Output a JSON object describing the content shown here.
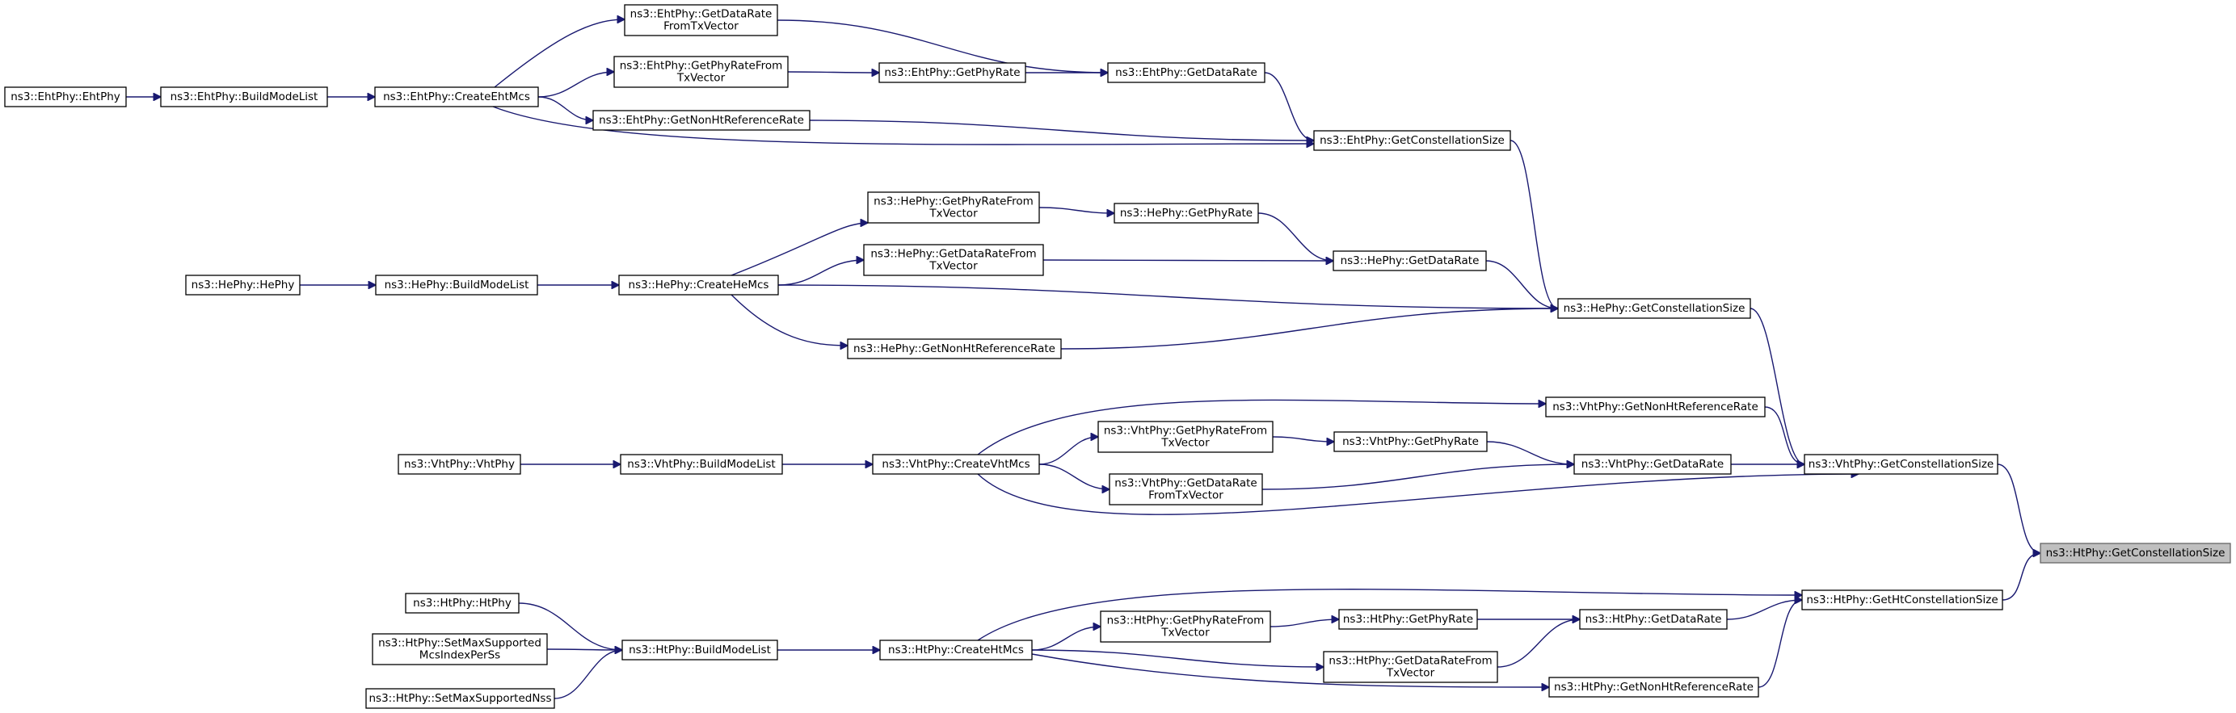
{
  "diagram": {
    "nodes": [
      {
        "id": "n_htConst",
        "lines": [
          "ns3::HtPhy::GetConstellationSize"
        ],
        "focus": true
      },
      {
        "id": "n_vhtConst",
        "lines": [
          "ns3::VhtPhy::GetConstellationSize"
        ]
      },
      {
        "id": "n_htHtConst",
        "lines": [
          "ns3::HtPhy::GetHtConstellationSize"
        ]
      },
      {
        "id": "n_heConst",
        "lines": [
          "ns3::HePhy::GetConstellationSize"
        ]
      },
      {
        "id": "n_ehtConst",
        "lines": [
          "ns3::EhtPhy::GetConstellationSize"
        ]
      },
      {
        "id": "n_ehtDataRate",
        "lines": [
          "ns3::EhtPhy::GetDataRate"
        ]
      },
      {
        "id": "n_ehtGetDRFromTx",
        "lines": [
          "ns3::EhtPhy::GetDataRate",
          "FromTxVector"
        ]
      },
      {
        "id": "n_ehtPhyRateFromTx",
        "lines": [
          "ns3::EhtPhy::GetPhyRateFrom",
          "TxVector"
        ]
      },
      {
        "id": "n_ehtPhyRate",
        "lines": [
          "ns3::EhtPhy::GetPhyRate"
        ]
      },
      {
        "id": "n_ehtNonHt",
        "lines": [
          "ns3::EhtPhy::GetNonHtReferenceRate"
        ]
      },
      {
        "id": "n_ehtCreate",
        "lines": [
          "ns3::EhtPhy::CreateEhtMcs"
        ]
      },
      {
        "id": "n_ehtBuild",
        "lines": [
          "ns3::EhtPhy::BuildModeList"
        ]
      },
      {
        "id": "n_ehtCtor",
        "lines": [
          "ns3::EhtPhy::EhtPhy"
        ]
      },
      {
        "id": "n_hePhyRateFromTx",
        "lines": [
          "ns3::HePhy::GetPhyRateFrom",
          "TxVector"
        ]
      },
      {
        "id": "n_hePhyRate",
        "lines": [
          "ns3::HePhy::GetPhyRate"
        ]
      },
      {
        "id": "n_heDRFromTx",
        "lines": [
          "ns3::HePhy::GetDataRateFrom",
          "TxVector"
        ]
      },
      {
        "id": "n_heDataRate",
        "lines": [
          "ns3::HePhy::GetDataRate"
        ]
      },
      {
        "id": "n_heCreate",
        "lines": [
          "ns3::HePhy::CreateHeMcs"
        ]
      },
      {
        "id": "n_heBuild",
        "lines": [
          "ns3::HePhy::BuildModeList"
        ]
      },
      {
        "id": "n_heCtor",
        "lines": [
          "ns3::HePhy::HePhy"
        ]
      },
      {
        "id": "n_heNonHt",
        "lines": [
          "ns3::HePhy::GetNonHtReferenceRate"
        ]
      },
      {
        "id": "n_vhtNonHt",
        "lines": [
          "ns3::VhtPhy::GetNonHtReferenceRate"
        ]
      },
      {
        "id": "n_vhtPhyRateFromTx",
        "lines": [
          "ns3::VhtPhy::GetPhyRateFrom",
          "TxVector"
        ]
      },
      {
        "id": "n_vhtPhyRate",
        "lines": [
          "ns3::VhtPhy::GetPhyRate"
        ]
      },
      {
        "id": "n_vhtDataRate",
        "lines": [
          "ns3::VhtPhy::GetDataRate"
        ]
      },
      {
        "id": "n_vhtDRFromTx",
        "lines": [
          "ns3::VhtPhy::GetDataRate",
          "FromTxVector"
        ]
      },
      {
        "id": "n_vhtCreate",
        "lines": [
          "ns3::VhtPhy::CreateVhtMcs"
        ]
      },
      {
        "id": "n_vhtBuild",
        "lines": [
          "ns3::VhtPhy::BuildModeList"
        ]
      },
      {
        "id": "n_vhtCtor",
        "lines": [
          "ns3::VhtPhy::VhtPhy"
        ]
      },
      {
        "id": "n_htDataRate",
        "lines": [
          "ns3::HtPhy::GetDataRate"
        ]
      },
      {
        "id": "n_htPhyRate",
        "lines": [
          "ns3::HtPhy::GetPhyRate"
        ]
      },
      {
        "id": "n_htPhyRateFromTx",
        "lines": [
          "ns3::HtPhy::GetPhyRateFrom",
          "TxVector"
        ]
      },
      {
        "id": "n_htDRFromTx",
        "lines": [
          "ns3::HtPhy::GetDataRateFrom",
          "TxVector"
        ]
      },
      {
        "id": "n_htNonHt",
        "lines": [
          "ns3::HtPhy::GetNonHtReferenceRate"
        ]
      },
      {
        "id": "n_htCreate",
        "lines": [
          "ns3::HtPhy::CreateHtMcs"
        ]
      },
      {
        "id": "n_htBuild",
        "lines": [
          "ns3::HtPhy::BuildModeList"
        ]
      },
      {
        "id": "n_htCtor",
        "lines": [
          "ns3::HtPhy::HtPhy"
        ]
      },
      {
        "id": "n_htSetMcs",
        "lines": [
          "ns3::HtPhy::SetMaxSupported",
          "McsIndexPerSs"
        ]
      },
      {
        "id": "n_htSetNss",
        "lines": [
          "ns3::HtPhy::SetMaxSupportedNss"
        ]
      }
    ],
    "edges": [
      {
        "from": "n_ehtCtor",
        "to": "n_ehtBuild"
      },
      {
        "from": "n_ehtBuild",
        "to": "n_ehtCreate"
      },
      {
        "from": "n_ehtCreate",
        "to": "n_ehtGetDRFromTx"
      },
      {
        "from": "n_ehtCreate",
        "to": "n_ehtPhyRateFromTx"
      },
      {
        "from": "n_ehtCreate",
        "to": "n_ehtNonHt"
      },
      {
        "from": "n_ehtCreate",
        "to": "n_ehtConst"
      },
      {
        "from": "n_ehtPhyRateFromTx",
        "to": "n_ehtPhyRate"
      },
      {
        "from": "n_ehtPhyRate",
        "to": "n_ehtDataRate"
      },
      {
        "from": "n_ehtGetDRFromTx",
        "to": "n_ehtDataRate"
      },
      {
        "from": "n_ehtDataRate",
        "to": "n_ehtConst"
      },
      {
        "from": "n_ehtNonHt",
        "to": "n_ehtConst"
      },
      {
        "from": "n_ehtConst",
        "to": "n_heConst"
      },
      {
        "from": "n_heCtor",
        "to": "n_heBuild"
      },
      {
        "from": "n_heBuild",
        "to": "n_heCreate"
      },
      {
        "from": "n_heCreate",
        "to": "n_hePhyRateFromTx"
      },
      {
        "from": "n_heCreate",
        "to": "n_heDRFromTx"
      },
      {
        "from": "n_heCreate",
        "to": "n_heNonHt"
      },
      {
        "from": "n_heCreate",
        "to": "n_heConst"
      },
      {
        "from": "n_hePhyRateFromTx",
        "to": "n_hePhyRate"
      },
      {
        "from": "n_hePhyRate",
        "to": "n_heDataRate"
      },
      {
        "from": "n_heDRFromTx",
        "to": "n_heDataRate"
      },
      {
        "from": "n_heDataRate",
        "to": "n_heConst"
      },
      {
        "from": "n_heNonHt",
        "to": "n_heConst"
      },
      {
        "from": "n_heConst",
        "to": "n_vhtConst"
      },
      {
        "from": "n_vhtCtor",
        "to": "n_vhtBuild"
      },
      {
        "from": "n_vhtBuild",
        "to": "n_vhtCreate"
      },
      {
        "from": "n_vhtCreate",
        "to": "n_vhtNonHt"
      },
      {
        "from": "n_vhtCreate",
        "to": "n_vhtPhyRateFromTx"
      },
      {
        "from": "n_vhtCreate",
        "to": "n_vhtDRFromTx"
      },
      {
        "from": "n_vhtCreate",
        "to": "n_vhtConst"
      },
      {
        "from": "n_vhtPhyRateFromTx",
        "to": "n_vhtPhyRate"
      },
      {
        "from": "n_vhtPhyRate",
        "to": "n_vhtDataRate"
      },
      {
        "from": "n_vhtDRFromTx",
        "to": "n_vhtDataRate"
      },
      {
        "from": "n_vhtNonHt",
        "to": "n_vhtConst"
      },
      {
        "from": "n_vhtDataRate",
        "to": "n_vhtConst"
      },
      {
        "from": "n_vhtConst",
        "to": "n_htConst"
      },
      {
        "from": "n_htCtor",
        "to": "n_htBuild"
      },
      {
        "from": "n_htSetMcs",
        "to": "n_htBuild"
      },
      {
        "from": "n_htSetNss",
        "to": "n_htBuild"
      },
      {
        "from": "n_htBuild",
        "to": "n_htCreate"
      },
      {
        "from": "n_htCreate",
        "to": "n_htHtConst"
      },
      {
        "from": "n_htCreate",
        "to": "n_htPhyRateFromTx"
      },
      {
        "from": "n_htCreate",
        "to": "n_htDRFromTx"
      },
      {
        "from": "n_htCreate",
        "to": "n_htNonHt"
      },
      {
        "from": "n_htPhyRateFromTx",
        "to": "n_htPhyRate"
      },
      {
        "from": "n_htPhyRate",
        "to": "n_htDataRate"
      },
      {
        "from": "n_htDRFromTx",
        "to": "n_htDataRate"
      },
      {
        "from": "n_htDataRate",
        "to": "n_htHtConst"
      },
      {
        "from": "n_htNonHt",
        "to": "n_htHtConst"
      },
      {
        "from": "n_htHtConst",
        "to": "n_htConst"
      }
    ]
  }
}
